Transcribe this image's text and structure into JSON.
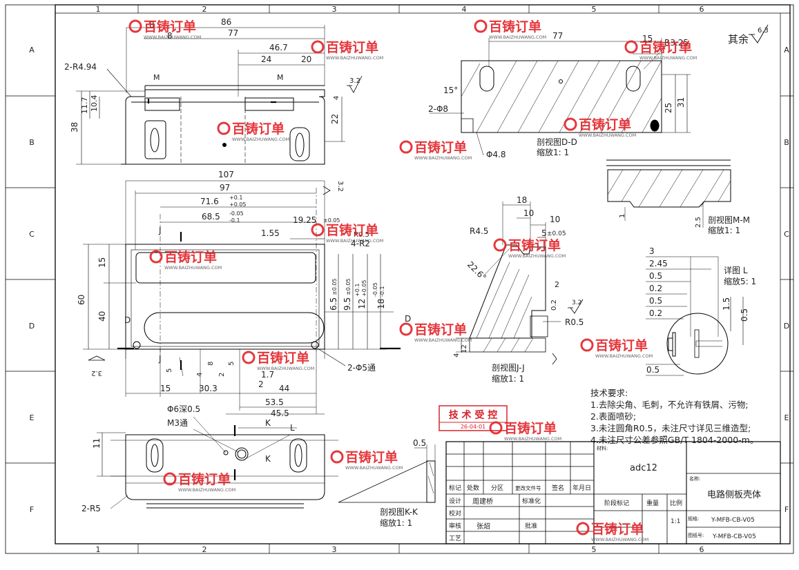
{
  "frame": {
    "columns": [
      "1",
      "2",
      "3",
      "4",
      "5",
      "6"
    ],
    "rows": [
      "A",
      "B",
      "C",
      "D",
      "E",
      "F"
    ]
  },
  "watermark": {
    "brand": "百铸订单",
    "url": "WWW.BAIZHUWANG.COM"
  },
  "roughness": {
    "rest_label": "其余",
    "rest_value": "6.3",
    "local_value": "3.2"
  },
  "front_view": {
    "dims": [
      "86",
      "77",
      "46.7",
      "24",
      "20",
      "8",
      "8",
      "2-R4.94",
      "11.7",
      "10.4",
      "38",
      "22",
      "4",
      "M",
      "M"
    ]
  },
  "plan_view": {
    "dims": [
      "107",
      "97",
      "71.6",
      "+0.1",
      "+0.05",
      "68.5",
      "-0.05",
      "-0.1",
      "19.25",
      "±0.05",
      "1.55",
      "4-R2",
      "R0.5",
      "15",
      "60",
      "40",
      "6.5",
      "±0.05",
      "9.5",
      "±0.05",
      "12",
      "+0.1",
      "+0.05",
      "18",
      "-0.05",
      "-0.1",
      "J",
      "J",
      "D",
      "D",
      "2-Φ5通"
    ],
    "bottom_dims": [
      "5",
      "4",
      "8",
      "2",
      "5",
      "15",
      "30.3",
      "1.7",
      "2",
      "44",
      "53.5"
    ]
  },
  "bottom_view": {
    "dims": [
      "Φ6深0.5",
      "M3通",
      "45.5",
      "K",
      "K",
      "L",
      "11",
      "2-R5"
    ]
  },
  "section_dd": {
    "dims": [
      "77",
      "15",
      "R3.25",
      "15°",
      "2-Φ8",
      "Φ4.8",
      "25",
      "31"
    ],
    "caption": "剖视图D-D",
    "scale": "缩放1: 1"
  },
  "section_mm": {
    "dims": [
      "1",
      "2.5"
    ],
    "caption": "剖视图M-M",
    "scale": "缩放1: 1"
  },
  "section_jj": {
    "dims": [
      "18",
      "10",
      "10",
      "5",
      "±0.05",
      "R4.5",
      "22.6°",
      "2",
      "0.2",
      "R0.5",
      "12",
      "4",
      "3.2"
    ],
    "caption": "剖视图J-J",
    "scale": "缩放1: 1"
  },
  "detail_l": {
    "dims": [
      "3",
      "2.45",
      "0.5",
      "0.2",
      "0.5",
      "0.2",
      "1.5",
      "0.5",
      "0.5"
    ],
    "caption": "详图 L",
    "scale": "缩放5: 1"
  },
  "section_kk": {
    "dims": [
      "0.5"
    ],
    "caption": "剖视图K-K",
    "scale": "缩放1: 1"
  },
  "notes": {
    "title": "技术要求:",
    "items": [
      "1.去除尖角、毛刺，不允许有铁屑、污物;",
      "2.表面喷砂;",
      "3.未注圆角R0.5，未注尺寸详见三维造型;",
      "4.未注尺寸公差参照GB/T 1804-2000-m。"
    ]
  },
  "stamp": {
    "text": "技 术 受 控",
    "date": "26-04-01",
    "color": "#d6232a"
  },
  "title_block": {
    "material_label": "材料:",
    "material": "adc12",
    "name_label": "名称:",
    "part_name": "电路侧板壳体",
    "header_row": [
      "标记",
      "处数",
      "分区",
      "更改文件号",
      "签名",
      "年月日"
    ],
    "design_label": "设计",
    "designer": "周建桥",
    "standardize_label": "标准化",
    "check_label": "校对",
    "review_label": "审核",
    "reviewer": "张炤",
    "approve_label": "批准",
    "process_label": "工艺",
    "stage_label": "阶段标记",
    "weight_label": "重量",
    "ratio_label": "比例",
    "ratio": "1:1",
    "spec_label": "规格:",
    "spec": "Y-MFB-CB-V05",
    "drawing_no_label": "图纸号:",
    "drawing_no": "Y-MFB-CB-V05"
  }
}
